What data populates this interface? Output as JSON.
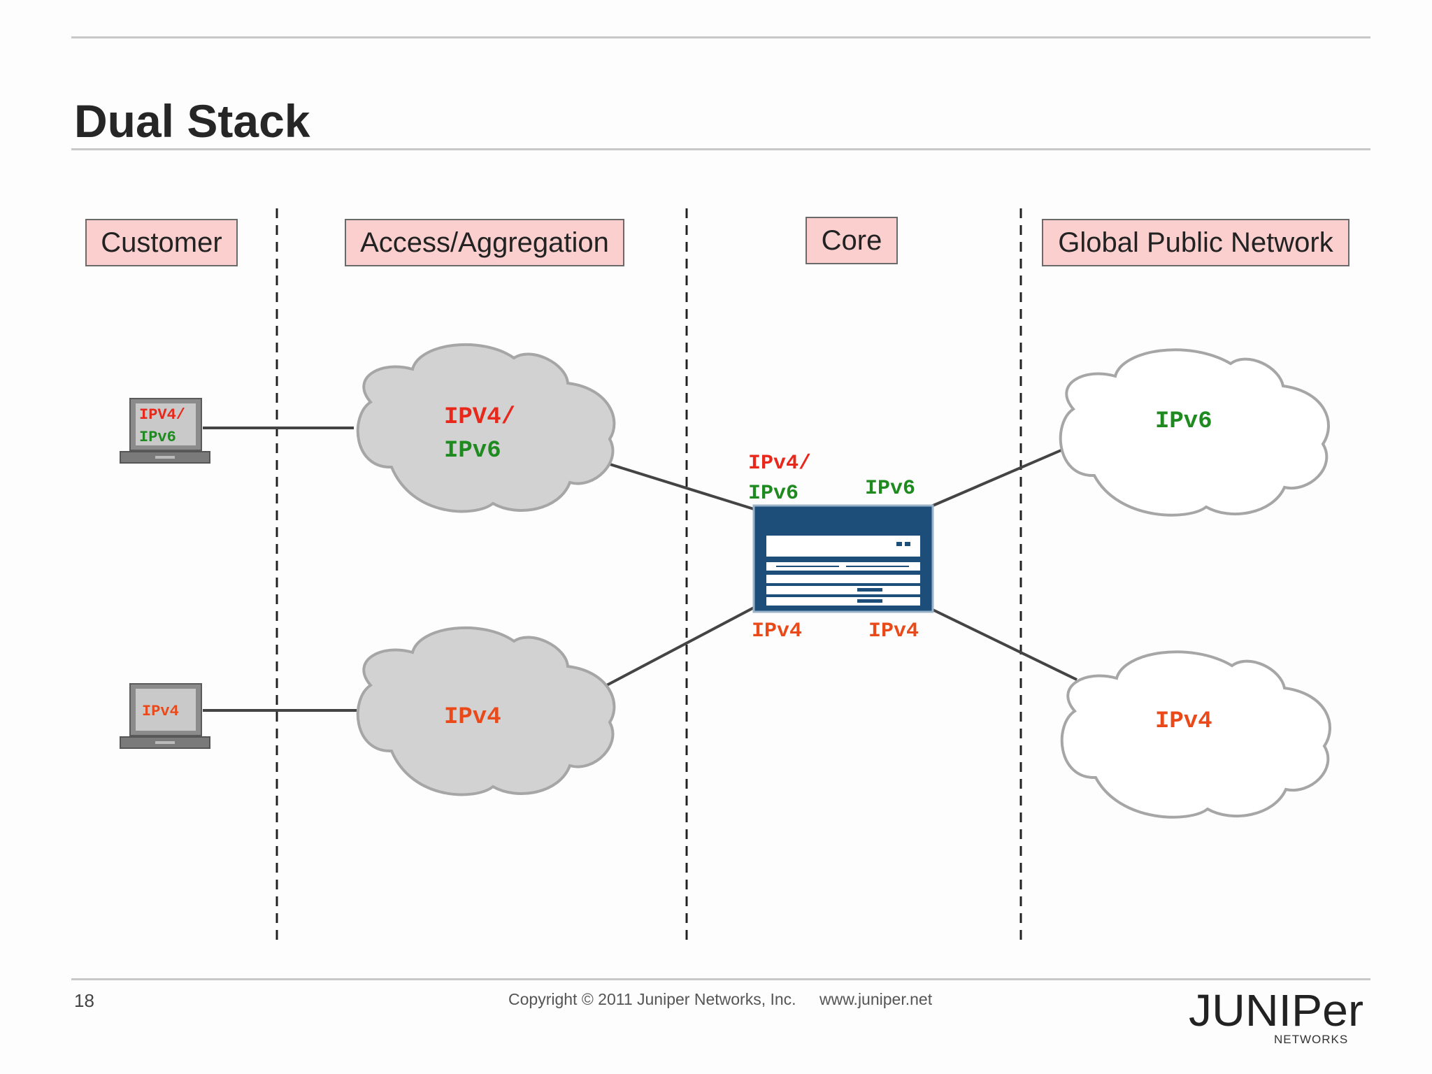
{
  "slide": {
    "title": "Dual Stack",
    "page_number": "18",
    "copyright": "Copyright © 2011 Juniper Networks, Inc.",
    "website": "www.juniper.net",
    "logo_word": "JUNIPer",
    "logo_sub": "NETWORKS"
  },
  "zones": [
    {
      "label": "Customer"
    },
    {
      "label": "Access/Aggregation"
    },
    {
      "label": "Core"
    },
    {
      "label": "Global Public Network"
    }
  ],
  "customer": {
    "laptop_top": {
      "line1": "IPV4/",
      "line2": "IPv6"
    },
    "laptop_bottom": {
      "line1": "IPv4"
    }
  },
  "access": {
    "cloud_top": {
      "line1": "IPV4/",
      "line2": "IPv6"
    },
    "cloud_bottom": {
      "line1": "IPv4"
    }
  },
  "core": {
    "label_top_left_1": "IPv4/",
    "label_top_left_2": "IPv6",
    "label_top_right": "IPv6",
    "label_bottom_left": "IPv4",
    "label_bottom_right": "IPv4"
  },
  "global": {
    "cloud_top": {
      "line1": "IPv6"
    },
    "cloud_bottom": {
      "line1": "IPv4"
    }
  },
  "colors": {
    "ipv4_red": "#e8281b",
    "ipv4_orange": "#ea4a1a",
    "ipv6_green": "#1f8a1f",
    "zone_fill": "#fccfcf",
    "router_blue": "#1d4e7a",
    "cloud_gray": "#d2d2d2"
  }
}
